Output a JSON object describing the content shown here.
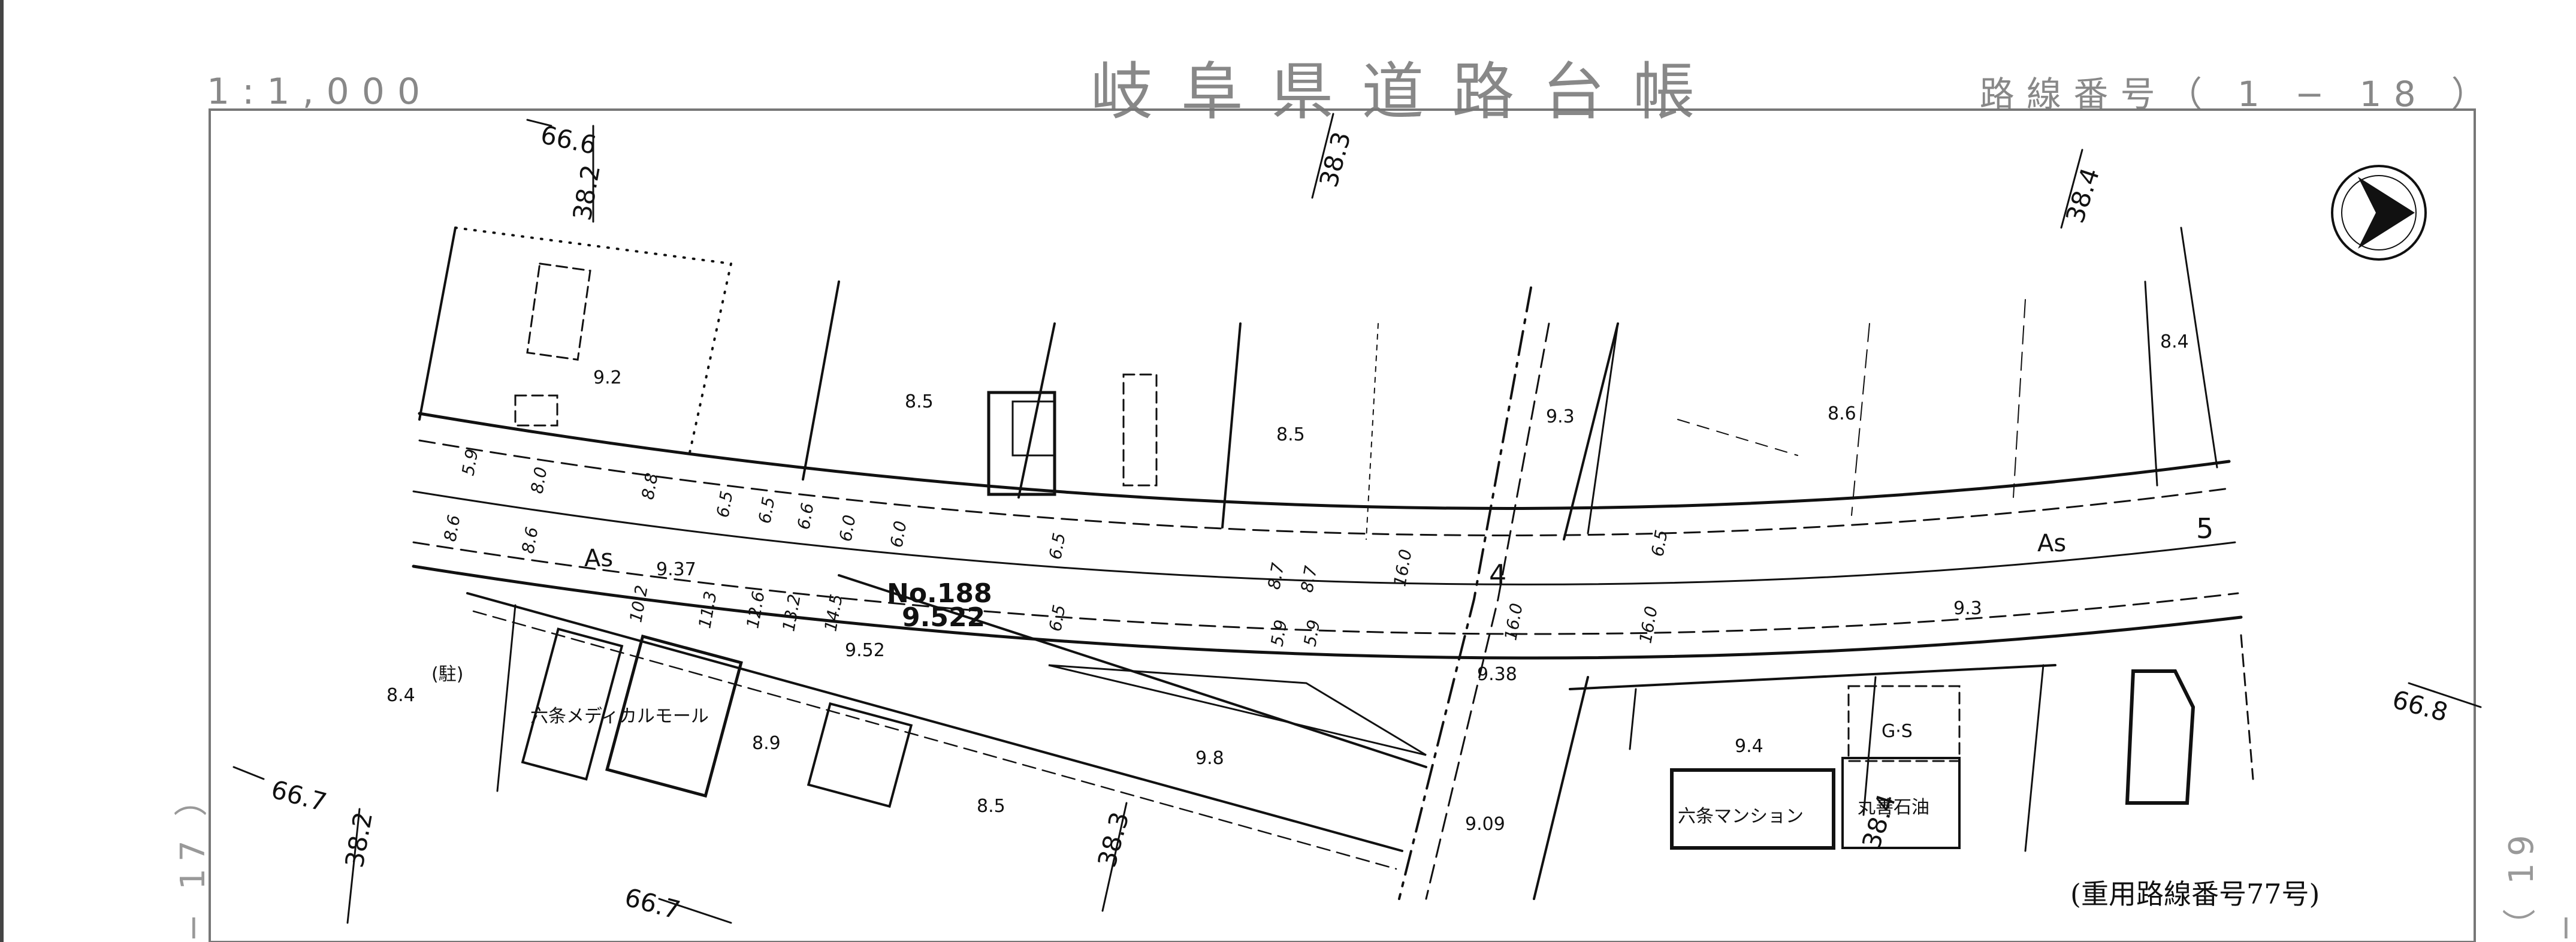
{
  "header": {
    "scale": "1:1,000",
    "title": "岐阜県道路台帳",
    "route_number": "路線番号（ 1 − 18 ）"
  },
  "edges": {
    "left": "− 17 ）",
    "right": "（ 19 −"
  },
  "note": "(重用路線番号77号)",
  "map": {
    "station": {
      "no": "No.188",
      "elevation": "9.522"
    },
    "contours": [
      "66.6",
      "66.7",
      "66.7",
      "66.8"
    ],
    "chainages": [
      "38.2",
      "38.2",
      "38.3",
      "38.3",
      "38.4",
      "38.4"
    ],
    "road_surface": "As",
    "markers": [
      "4",
      "5"
    ],
    "buildings": {
      "medical_mall": "六条メディカルモール",
      "mansion": "六条マンション",
      "gas_station_company": "丸善石油",
      "gas_station": "G·S",
      "parking": "(駐)"
    },
    "elevations": [
      "9.2",
      "8.5",
      "8.5",
      "9.3",
      "8.6",
      "8.4",
      "9.37",
      "8.4",
      "8.9",
      "8.5",
      "9.52",
      "9.8",
      "9.38",
      "9.09",
      "9.4",
      "9.3"
    ],
    "road_widths": [
      "5.9",
      "8.0",
      "8.8",
      "6.5",
      "6.5",
      "6.6",
      "6.0",
      "6.0",
      "6.5",
      "8.6",
      "8.6",
      "10.2",
      "11.3",
      "12.6",
      "13.2",
      "14.5",
      "6.5",
      "8.7",
      "8.7",
      "16.0",
      "16.0",
      "5.9",
      "5.9",
      "16.0",
      "6.5"
    ]
  },
  "colors": {
    "ink": "#111111",
    "header_gray": "#888888"
  },
  "icons": [
    "north-arrow-icon"
  ]
}
